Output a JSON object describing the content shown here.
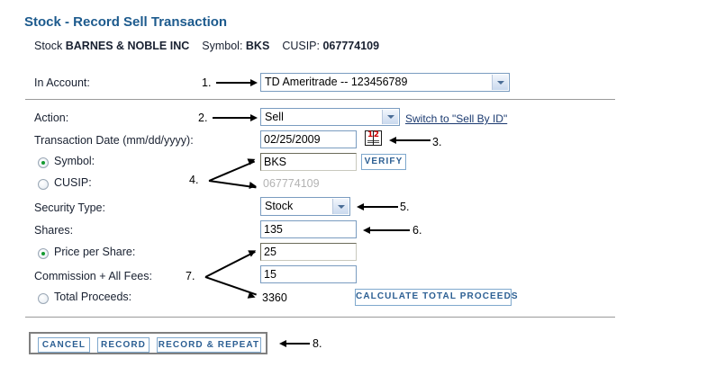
{
  "page": {
    "title": "Stock - Record Sell Transaction",
    "security_line": {
      "type_label": "Stock",
      "name": "BARNES & NOBLE INC",
      "symbol_label": "Symbol:",
      "symbol": "BKS",
      "cusip_label": "CUSIP:",
      "cusip": "067774109"
    }
  },
  "fields": {
    "in_account": {
      "label": "In Account:",
      "value": "TD Ameritrade -- 123456789"
    },
    "action": {
      "label": "Action:",
      "value": "Sell"
    },
    "switch_link": "Switch to \"Sell By ID\"",
    "transaction_date": {
      "label": "Transaction Date (mm/dd/yyyy):",
      "value": "02/25/2009"
    },
    "calendar_icon": {
      "name": "calendar-picker-icon",
      "digit_left": "1",
      "digit_right": "2"
    },
    "symbol": {
      "label": "Symbol:",
      "value": "BKS",
      "selected": true
    },
    "verify_button": "VERIFY",
    "cusip": {
      "label": "CUSIP:",
      "value": "067774109",
      "selected": false
    },
    "security_type": {
      "label": "Security Type:",
      "value": "Stock"
    },
    "shares": {
      "label": "Shares:",
      "value": "135"
    },
    "price_per_share": {
      "label": "Price per Share:",
      "value": "25",
      "selected": true
    },
    "commission": {
      "label": "Commission + All Fees:",
      "value": "15"
    },
    "total_proceeds": {
      "label": "Total Proceeds:",
      "value": "3360",
      "selected": false
    },
    "calculate_button": "CALCULATE TOTAL PROCEEDS"
  },
  "buttons": {
    "cancel": "CANCEL",
    "record": "RECORD",
    "record_repeat": "RECORD & REPEAT"
  },
  "annotations": {
    "n1": "1.",
    "n2": "2.",
    "n3": "3.",
    "n4": "4.",
    "n5": "5.",
    "n6": "6.",
    "n7": "7.",
    "n8": "8."
  },
  "colors": {
    "title": "#1C5A8D",
    "button_text": "#2C5F93",
    "link": "#1b3a70",
    "radio_dot": "#139a2f",
    "calendar_digits": "#d00000"
  }
}
